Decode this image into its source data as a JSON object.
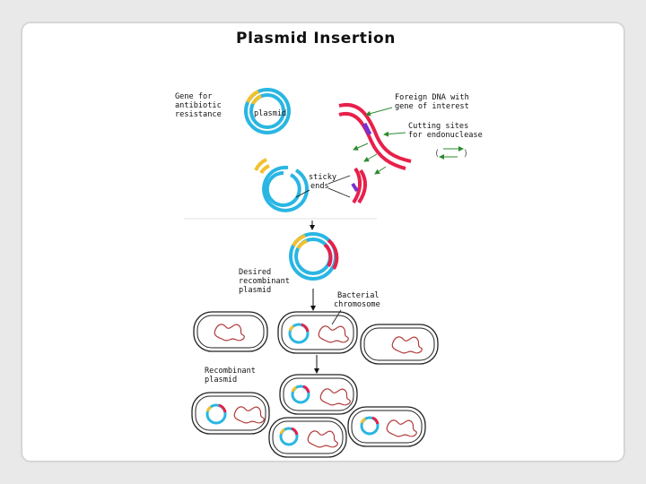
{
  "title": "Plasmid Insertion",
  "labels": {
    "gene_l1": "Gene for",
    "gene_l2": "antibiotic",
    "gene_l3": "resistance",
    "plasmid": "plasmid",
    "foreign_l1": "Foreign DNA with",
    "foreign_l2": "gene of interest",
    "cutting_l1": "Cutting sites",
    "cutting_l2": "for endonuclease",
    "sticky_l1": "sticky",
    "sticky_l2": "ends",
    "desired_l1": "Desired",
    "desired_l2": "recombinant",
    "desired_l3": "plasmid",
    "bacterial_l1": "Bacterial",
    "bacterial_l2": "chromosome",
    "recombinant_l1": "Recombinant",
    "recombinant_l2": "plasmid"
  },
  "colors": {
    "plasmid": "#29b6e3",
    "gene": "#f2c12e",
    "foreign_dna": "#e8204a",
    "sticky_end": "#7a2fd0",
    "arrow": "#2e8a2e",
    "chromosome": "#b03a3a",
    "cell_border": "#222222"
  }
}
